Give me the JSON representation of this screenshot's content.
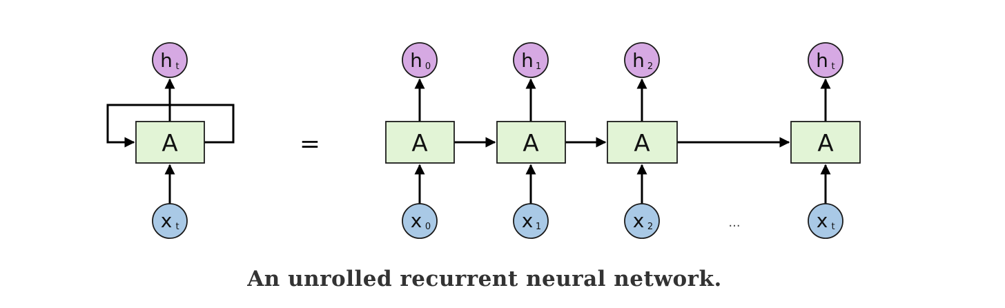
{
  "diagram": {
    "rolled": {
      "cell_label": "A",
      "output": {
        "var": "h",
        "sub": "t"
      },
      "input": {
        "var": "x",
        "sub": "t"
      }
    },
    "equals_sign": "=",
    "unrolled": [
      {
        "cell_label": "A",
        "output": {
          "var": "h",
          "sub": "0"
        },
        "input": {
          "var": "x",
          "sub": "0"
        }
      },
      {
        "cell_label": "A",
        "output": {
          "var": "h",
          "sub": "1"
        },
        "input": {
          "var": "x",
          "sub": "1"
        }
      },
      {
        "cell_label": "A",
        "output": {
          "var": "h",
          "sub": "2"
        },
        "input": {
          "var": "x",
          "sub": "2"
        }
      },
      {
        "cell_label": "A",
        "output": {
          "var": "h",
          "sub": "t"
        },
        "input": {
          "var": "x",
          "sub": "t"
        }
      }
    ],
    "ellipsis": "...",
    "caption": "An unrolled recurrent neural network.",
    "colors": {
      "cell_fill": "#e2f4d6",
      "output_node_fill": "#d6a9e3",
      "input_node_fill": "#a9c9e6"
    }
  }
}
